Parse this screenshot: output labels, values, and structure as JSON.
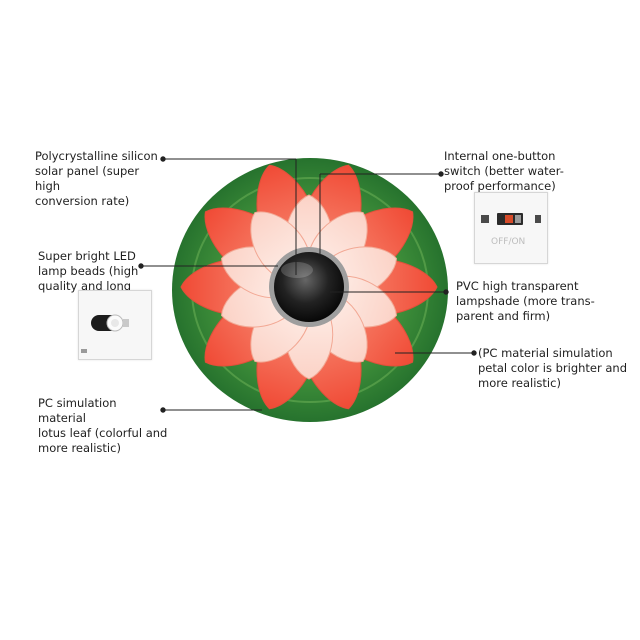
{
  "callouts": {
    "solar_panel": "Polycrystalline silicon\nsolar panel (super high\nconversion rate)",
    "switch": "Internal one-button\nswitch (better water-\nproof performance)",
    "led": "Super bright LED\nlamp beads (high\nquality and long",
    "lampshade": "PVC high transparent\nlampshade (more trans-\nparent and firm)",
    "petal": "(PC material simulation\npetal color is brighter and\nmore realistic)",
    "leaf": "PC simulation material\nlotus leaf (colorful and\nmore realistic)"
  },
  "switch_inset": {
    "marking": "OFF/ON"
  },
  "colors": {
    "leaf": "#2e7d32",
    "leaf_light": "#5aa34a",
    "petal": "#f0523f",
    "petal_light": "#fde3dc",
    "line": "#222222"
  }
}
